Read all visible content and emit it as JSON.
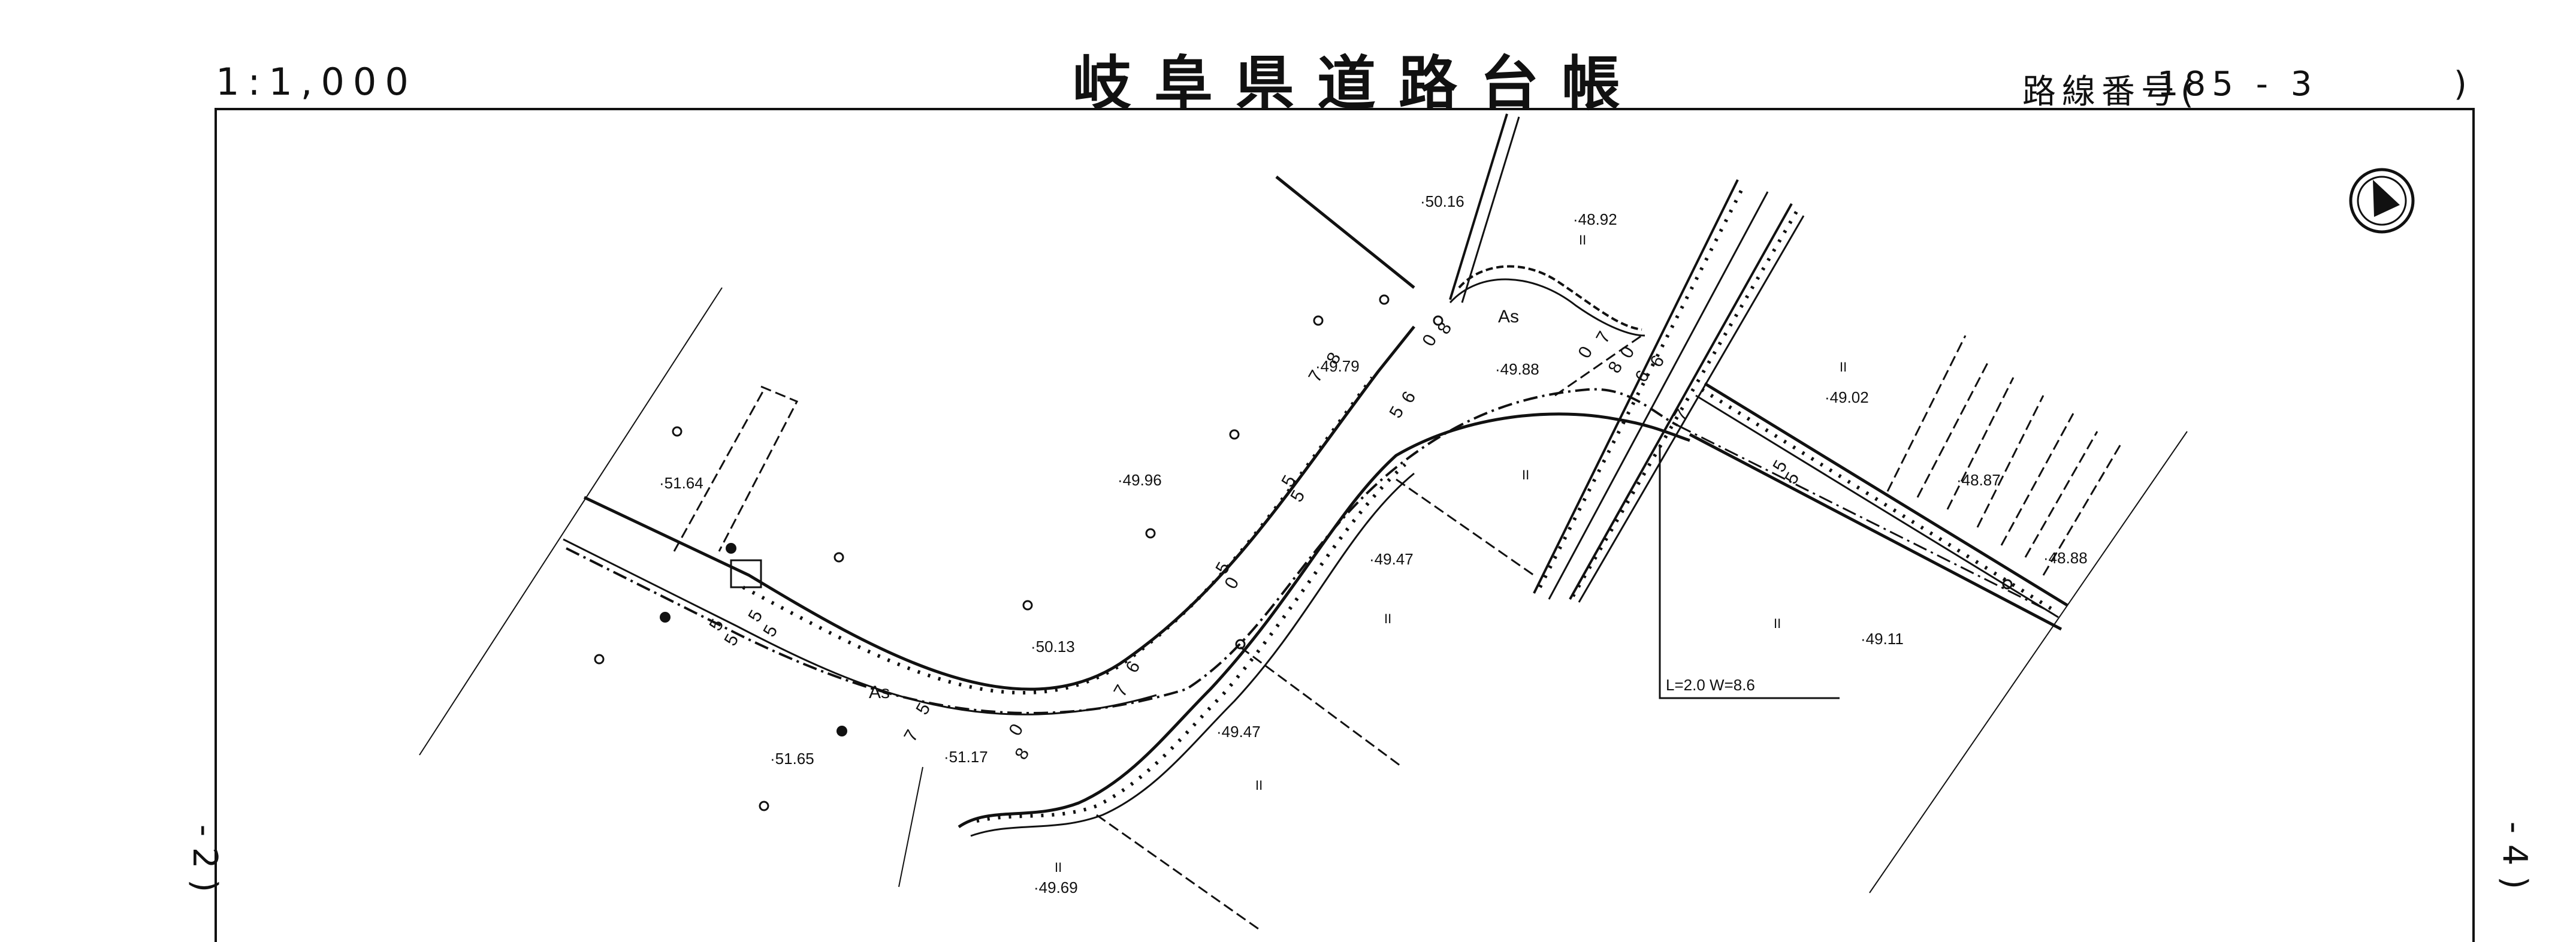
{
  "header": {
    "scale": "1:1,000",
    "title": "岐阜県道路台帳",
    "route_label": "路線番号(",
    "route_number": "185 - 3",
    "route_close": ")"
  },
  "edges": {
    "left_ref": "- 2 )",
    "right_ref": "- 4 )"
  },
  "map": {
    "north_arrow": "north-arrow-icon",
    "surface_labels": [
      "As",
      "As"
    ],
    "zone_mark": "II",
    "elevations": [
      "50.16",
      "48.92",
      "49.79",
      "49.88",
      "49.02",
      "51.64",
      "49.96",
      "48.87",
      "48.88",
      "49.47",
      "49.11",
      "50.13",
      "49.47",
      "51.65",
      "51.17",
      "49.69"
    ],
    "bridge_spec": "L=2.0  W=8.6",
    "width_marks": [
      "5",
      "5",
      "5",
      "5",
      "7",
      "5",
      "8",
      "0",
      "7",
      "6",
      "0",
      "5",
      "5",
      "5",
      "5",
      "6",
      "7",
      "8",
      "0",
      "8",
      "0",
      "7",
      "8",
      "0",
      "6",
      "6",
      "7",
      "5",
      "5"
    ]
  }
}
